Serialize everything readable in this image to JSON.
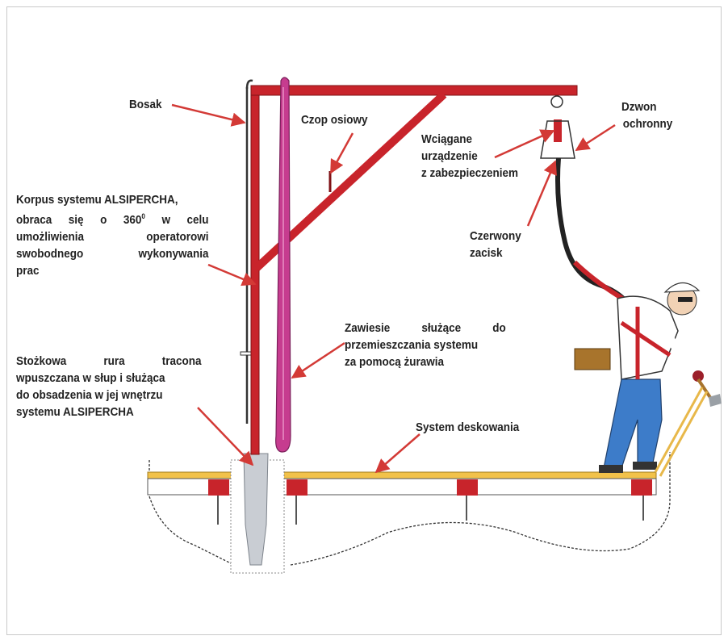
{
  "labels": {
    "bosak": "Bosak",
    "czop": "Czop osiowy",
    "wciagane": [
      "Wciągane",
      "urządzenie",
      "z zabezpieczeniem"
    ],
    "dzwon": [
      "Dzwon",
      "ochronny"
    ],
    "czerwony": [
      "Czerwony",
      "zacisk"
    ],
    "korpus": [
      "Korpus systemu ALSIPERCHA,",
      "obraca się o 360",
      "0",
      " w celu",
      "umożliwienia operatorowi",
      "swobodnego wykonywania",
      "prac"
    ],
    "zawiesie": [
      "Zawiesie służące do",
      "przemieszczania systemu",
      "za pomocą żurawia"
    ],
    "stozkowa": [
      "Stożkowa rura tracona",
      "wpuszczana w słup i służąca",
      "do obsadzenia w jej wnętrzu",
      "systemu ALSIPERCHA"
    ],
    "deskowanie": "System deskowania"
  },
  "colors": {
    "mast_red": "#c8242b",
    "arrow_red": "#d33a36",
    "sling_pink": "#c63c8f",
    "deck_yellow": "#f2c24a",
    "pipe_gray": "#c9cdd3",
    "worker_blue": "#3d7cc9"
  }
}
